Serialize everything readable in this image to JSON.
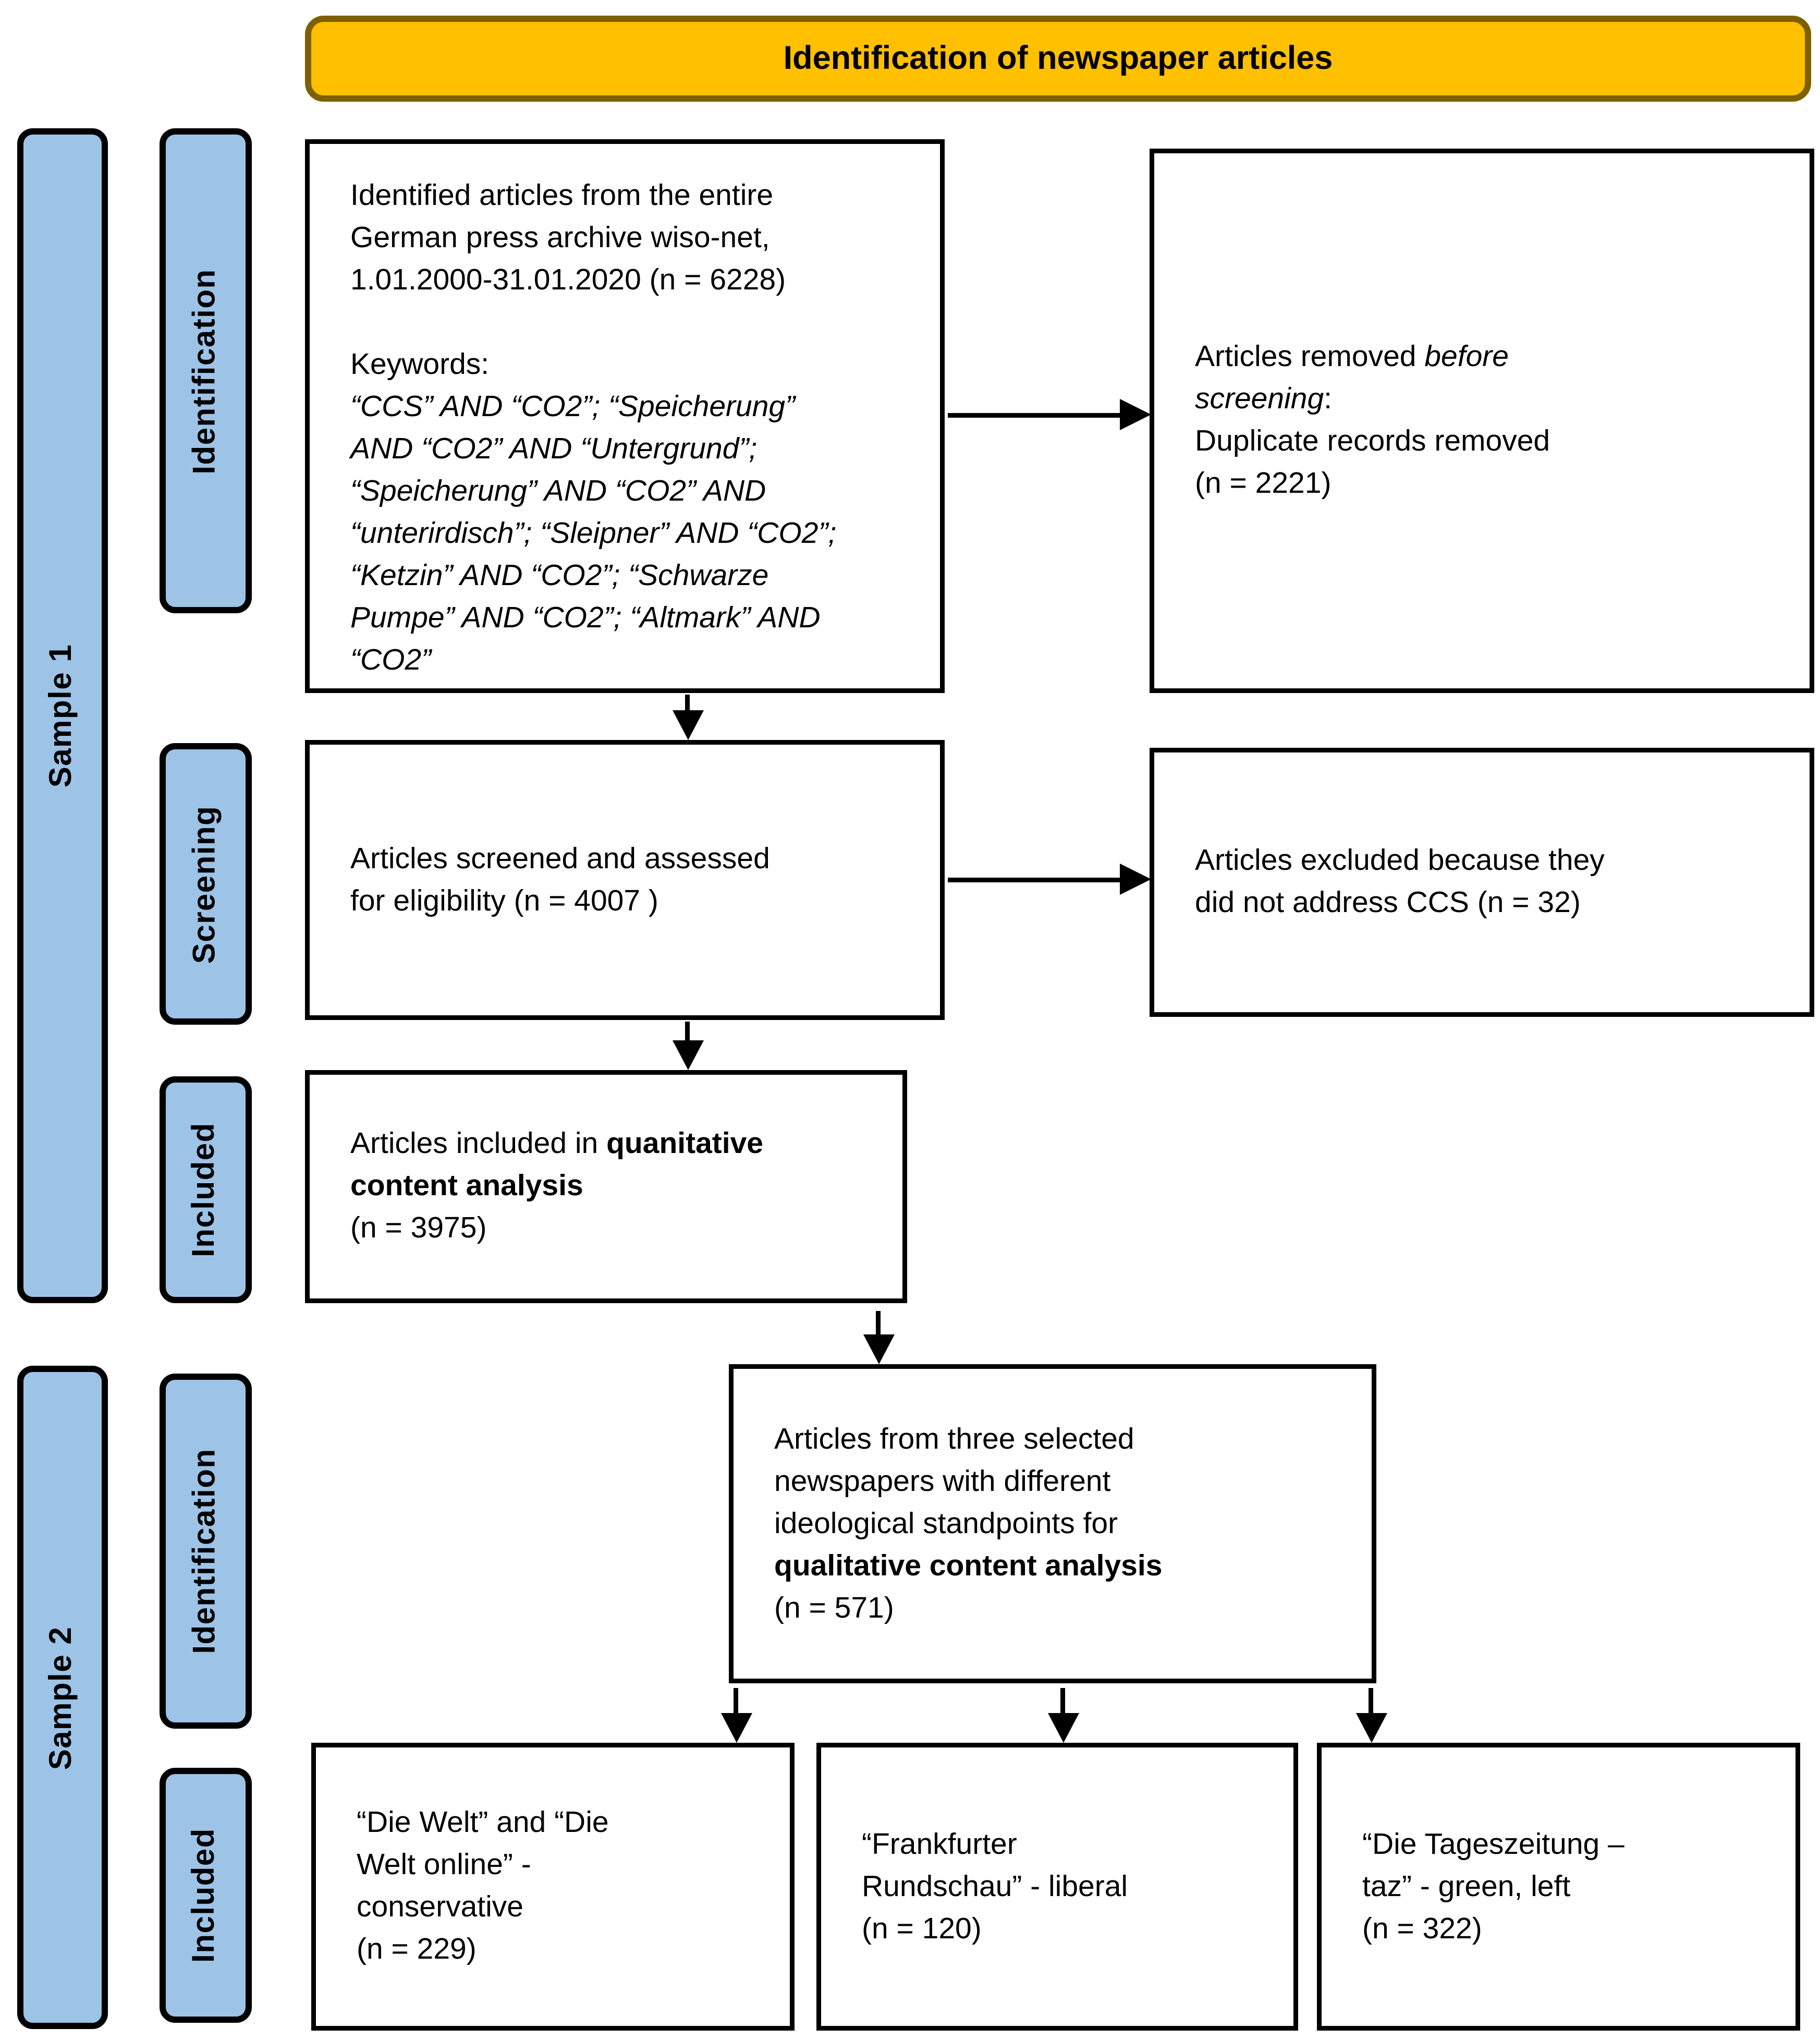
{
  "banner": {
    "title": "Identification of newspaper articles"
  },
  "colors": {
    "banner_fill": "#FFC000",
    "banner_border": "#7F6000",
    "stage_fill": "#9DC3E6",
    "line_color": "#000000"
  },
  "sidebar": {
    "sample1": "Sample 1",
    "sample2": "Sample 2",
    "stages": {
      "s1_identification": "Identification",
      "s1_screening": "Screening",
      "s1_included": "Included",
      "s2_identification": "Identification",
      "s2_included": "Included"
    }
  },
  "flow": {
    "identified": {
      "intro_lines": [
        "Identified articles from the entire",
        "German press archive wiso-net,",
        "1.01.2000-31.01.2020 (n = 6228)"
      ],
      "keywords_label": "Keywords:",
      "keyword_lines": [
        "“CCS” AND “CO2”; “Speicherung”",
        "AND “CO2” AND “Untergrund”;",
        "“Speicherung” AND “CO2” AND",
        "“unterirdisch”; “Sleipner” AND “CO2”;",
        "“Ketzin” AND “CO2”; “Schwarze",
        "Pumpe” AND “CO2”; “Altmark” AND",
        "“CO2”"
      ]
    },
    "removed": {
      "line1_normal": "Articles removed ",
      "line1_italic": "before",
      "line2_italic": "screening",
      "line2_normal": ":",
      "line3": "Duplicate records removed",
      "line4": "(n = 2221)"
    },
    "screened": {
      "line1": "Articles screened and assessed",
      "line2": "for eligibility (n = 4007 )"
    },
    "excluded": {
      "line1": "Articles excluded because they",
      "line2": "did not address CCS (n = 32)"
    },
    "included_quant": {
      "line1_normal": "Articles included in ",
      "line1_bold": "quanitative",
      "line2_bold": "content analysis",
      "line3": "(n = 3975)"
    },
    "selected": {
      "line1": "Articles from three selected",
      "line2": "newspapers with different",
      "line3": "ideological standpoints for",
      "line4_bold": "qualitative content analysis",
      "line5": "(n = 571)"
    },
    "welt": {
      "line1": "“Die Welt” and “Die",
      "line2": "Welt online” -",
      "line3": "conservative",
      "line4": "(n = 229)"
    },
    "frankfurter": {
      "line1": "“Frankfurter",
      "line2": "Rundschau” - liberal",
      "line3": "(n = 120)"
    },
    "taz": {
      "line1": "“Die Tageszeitung –",
      "line2": "taz” - green, left",
      "line3": "(n = 322)"
    }
  }
}
